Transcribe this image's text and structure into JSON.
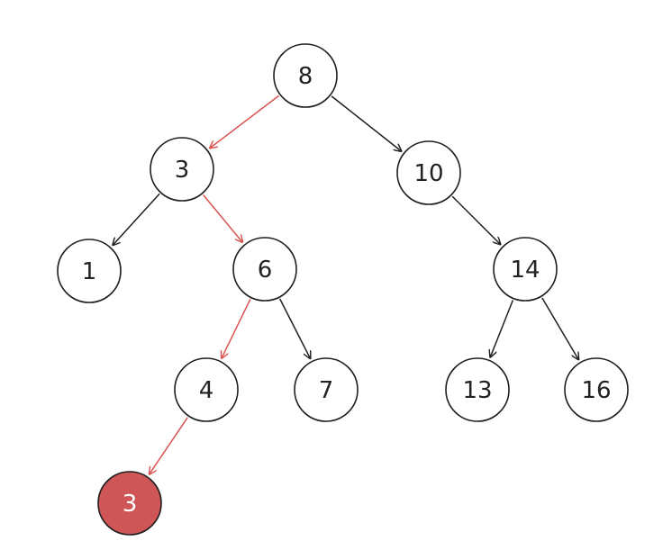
{
  "diagram": {
    "type": "binary-search-tree",
    "colors": {
      "edge": "#1f1f1f",
      "search_path": "#d9534f",
      "highlight_fill": "#cf5656",
      "highlight_text": "#ffffff"
    },
    "nodes": [
      {
        "id": "n8",
        "label": "8"
      },
      {
        "id": "n3",
        "label": "3"
      },
      {
        "id": "n10",
        "label": "10"
      },
      {
        "id": "n1",
        "label": "1"
      },
      {
        "id": "n6",
        "label": "6"
      },
      {
        "id": "n14",
        "label": "14"
      },
      {
        "id": "n4",
        "label": "4"
      },
      {
        "id": "n7",
        "label": "7"
      },
      {
        "id": "n13",
        "label": "13"
      },
      {
        "id": "n16",
        "label": "16"
      },
      {
        "id": "n3new",
        "label": "3",
        "highlighted": true
      }
    ],
    "edges": [
      {
        "from": "n8",
        "to": "n3",
        "search_path": true
      },
      {
        "from": "n8",
        "to": "n10",
        "search_path": false
      },
      {
        "from": "n3",
        "to": "n1",
        "search_path": false
      },
      {
        "from": "n3",
        "to": "n6",
        "search_path": true
      },
      {
        "from": "n10",
        "to": "n14",
        "search_path": false
      },
      {
        "from": "n6",
        "to": "n4",
        "search_path": true
      },
      {
        "from": "n6",
        "to": "n7",
        "search_path": false
      },
      {
        "from": "n14",
        "to": "n13",
        "search_path": false
      },
      {
        "from": "n14",
        "to": "n16",
        "search_path": false
      },
      {
        "from": "n4",
        "to": "n3new",
        "search_path": true
      }
    ]
  }
}
